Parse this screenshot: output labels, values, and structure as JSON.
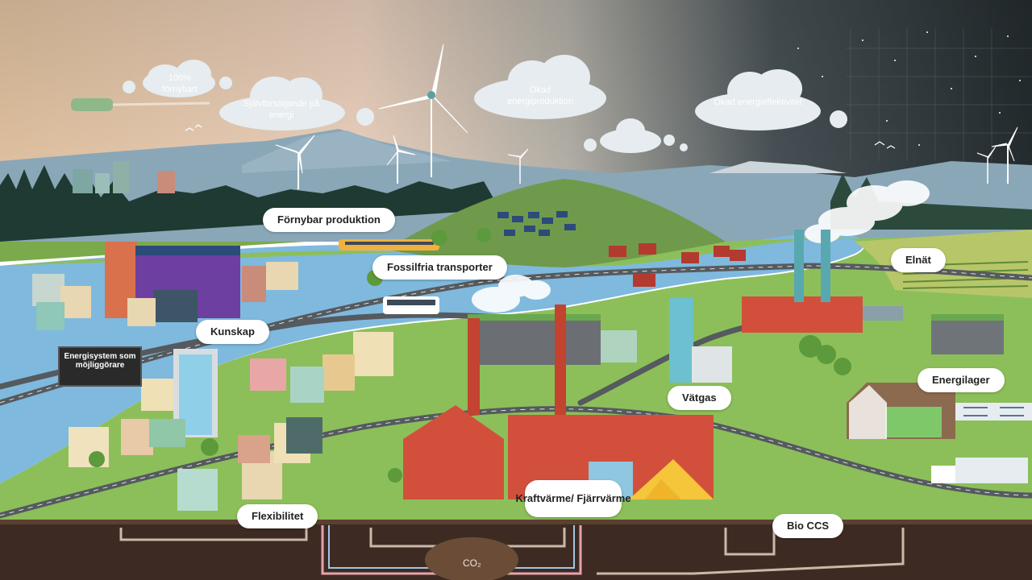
{
  "clouds": {
    "renewable_100": "100% förnybart",
    "self_sufficient": "Självförsörjande på energi",
    "increased_production": "Ökad energiproduktion",
    "increased_efficiency": "Ökad energieffektivitet"
  },
  "labels": {
    "renewable_production": "Förnybar produktion",
    "fossil_free_transport": "Fossilfria transporter",
    "knowledge": "Kunskap",
    "energy_system_enabler": "Energisystem som möjliggörare",
    "hydrogen": "Vätgas",
    "grid": "Elnät",
    "energy_storage": "Energilager",
    "chp_district_heating": "Kraftvärme/ Fjärrvärme",
    "flexibility": "Flexibilitet",
    "bio_ccs": "Bio CCS",
    "co2": "CO₂"
  },
  "colors": {
    "sky_warm": "#f2d6b8",
    "sky_dark": "#2c3437",
    "grass": "#8cbf5a",
    "river": "#7fb9de",
    "road": "#555a5e",
    "soil": "#3d2b23",
    "factory_red": "#d2503b",
    "purple_building": "#6d3fa0"
  }
}
